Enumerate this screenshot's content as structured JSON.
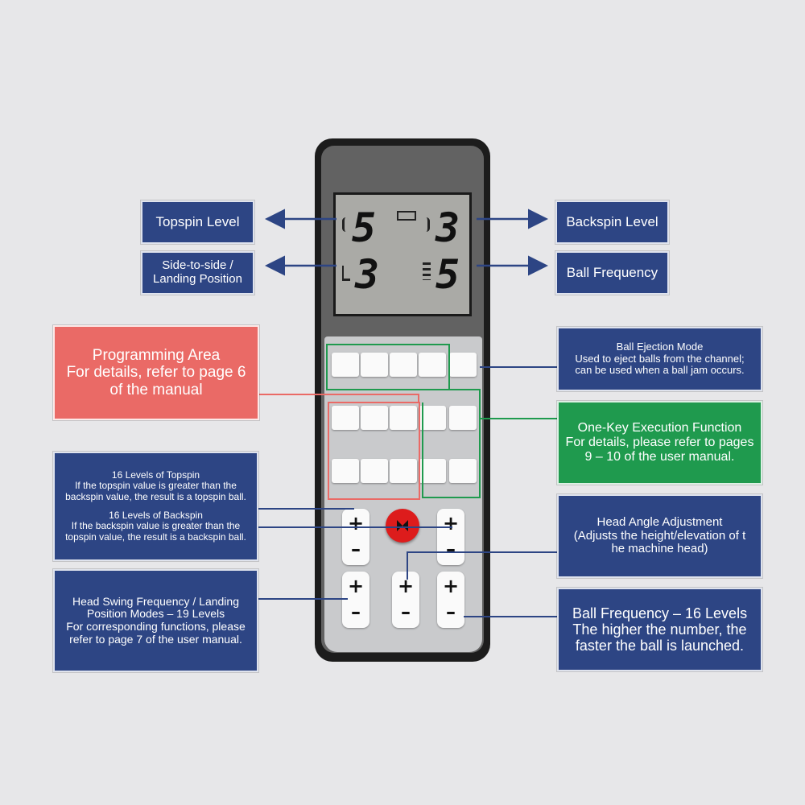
{
  "labels": {
    "topspin_level": "Topspin Level",
    "backspin_level": "Backspin Level",
    "side_landing": "Side-to-side /\nLanding Position",
    "ball_frequency": "Ball Frequency",
    "programming_area": "Programming Area\nFor details, refer to page 6\nof the manual",
    "ball_ejection": "Ball Ejection Mode\nUsed to eject balls from the channel;\ncan be used when a ball jam occurs.",
    "one_key": "One-Key Execution Function\nFor details, please refer to pages\n9 – 10 of the user manual.",
    "topspin_16_title": "16 Levels of Topspin",
    "topspin_16_desc": "If the topspin value is greater than the\nbackspin value, the result is a topspin ball.",
    "backspin_16_title": "16 Levels of Backspin",
    "backspin_16_desc": "If the backspin value is greater than the\ntopspin value, the result is a backspin ball.",
    "head_angle": "Head Angle Adjustment\n(Adjusts the height/elevation of t\nhe machine head)",
    "head_swing": "Head Swing Frequency / Landing\nPosition Modes  –  19 Levels\nFor corresponding functions, please\nrefer to page 7 of the user manual.",
    "ball_freq_16": "Ball Frequency  –  16 Levels\nThe higher the number, the\nfaster the ball is launched."
  },
  "display": {
    "topspin": "5",
    "backspin": "3",
    "side": "3",
    "frequency": "5"
  },
  "colors": {
    "blue": "#2d4584",
    "red": "#ea6a66",
    "green": "#1f9a4e",
    "background": "#e7e7e9"
  }
}
